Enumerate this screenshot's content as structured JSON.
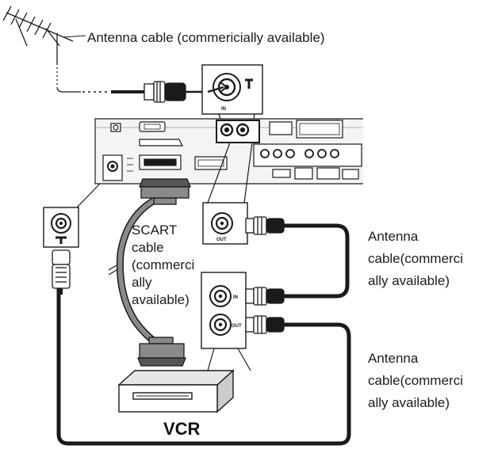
{
  "labels": {
    "antenna_top": "Antenna cable (commericially available)",
    "scart_lines": [
      "SCART",
      "cable",
      "(commerci",
      "ally",
      "available)"
    ],
    "antenna_mid_lines": [
      "Antenna",
      "cable(commerci",
      "ally available)"
    ],
    "antenna_low_lines": [
      "Antenna",
      "cable(commerci",
      "ally available)"
    ],
    "vcr": "VCR"
  },
  "port_marks": {
    "in": "IN",
    "out": "OUT",
    "t": "T"
  },
  "colors": {
    "line": "#1a1a1a",
    "panel_fill": "#f4f4f4",
    "cable_gray": "#8a8a8a",
    "background": "#ffffff"
  }
}
